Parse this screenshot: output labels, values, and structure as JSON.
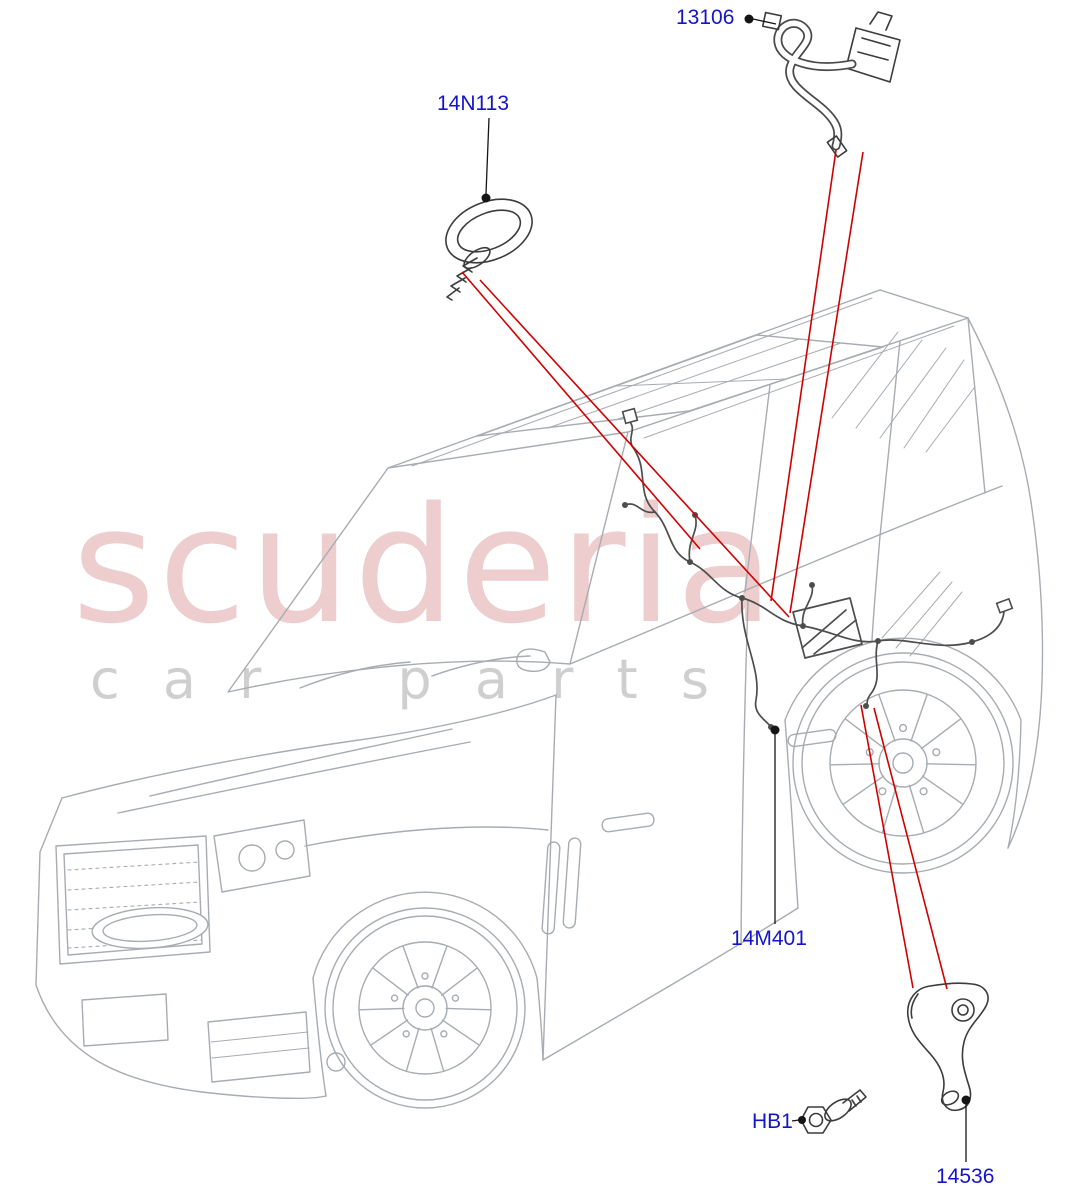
{
  "watermark": {
    "line1": "scuderia",
    "line2": "car parts"
  },
  "colors": {
    "label_blue": "#1414c8",
    "leader_red": "#d10000",
    "leader_black": "#151515",
    "car_gray": "#a7acb2",
    "harness_gray": "#4d4d4d",
    "watermark_red": "#c96a6a",
    "watermark_gray": "#8f8f8f"
  },
  "labels": [
    {
      "part": "13106",
      "text": "13106"
    },
    {
      "part": "14N113",
      "text": "14N113"
    },
    {
      "part": "14M401",
      "text": "14M401"
    },
    {
      "part": "HB1",
      "text": "HB1"
    },
    {
      "part": "14536",
      "text": "14536"
    }
  ]
}
